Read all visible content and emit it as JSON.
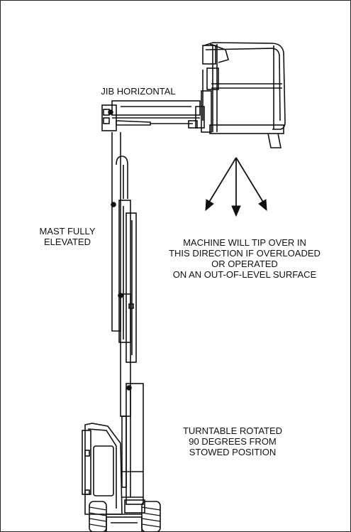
{
  "labels": {
    "jib": "JIB HORIZONTAL",
    "mast": [
      "MAST FULLY",
      "ELEVATED"
    ],
    "tip_warning": [
      "MACHINE WILL TIP OVER IN",
      "THIS DIRECTION IF OVERLOADED",
      "OR OPERATED",
      "ON AN OUT-OF-LEVEL SURFACE"
    ],
    "turntable": [
      "TURNTABLE ROTATED",
      "90 DEGREES FROM",
      "STOWED POSITION"
    ]
  },
  "colors": {
    "line": "#111111",
    "background": "#ffffff"
  }
}
